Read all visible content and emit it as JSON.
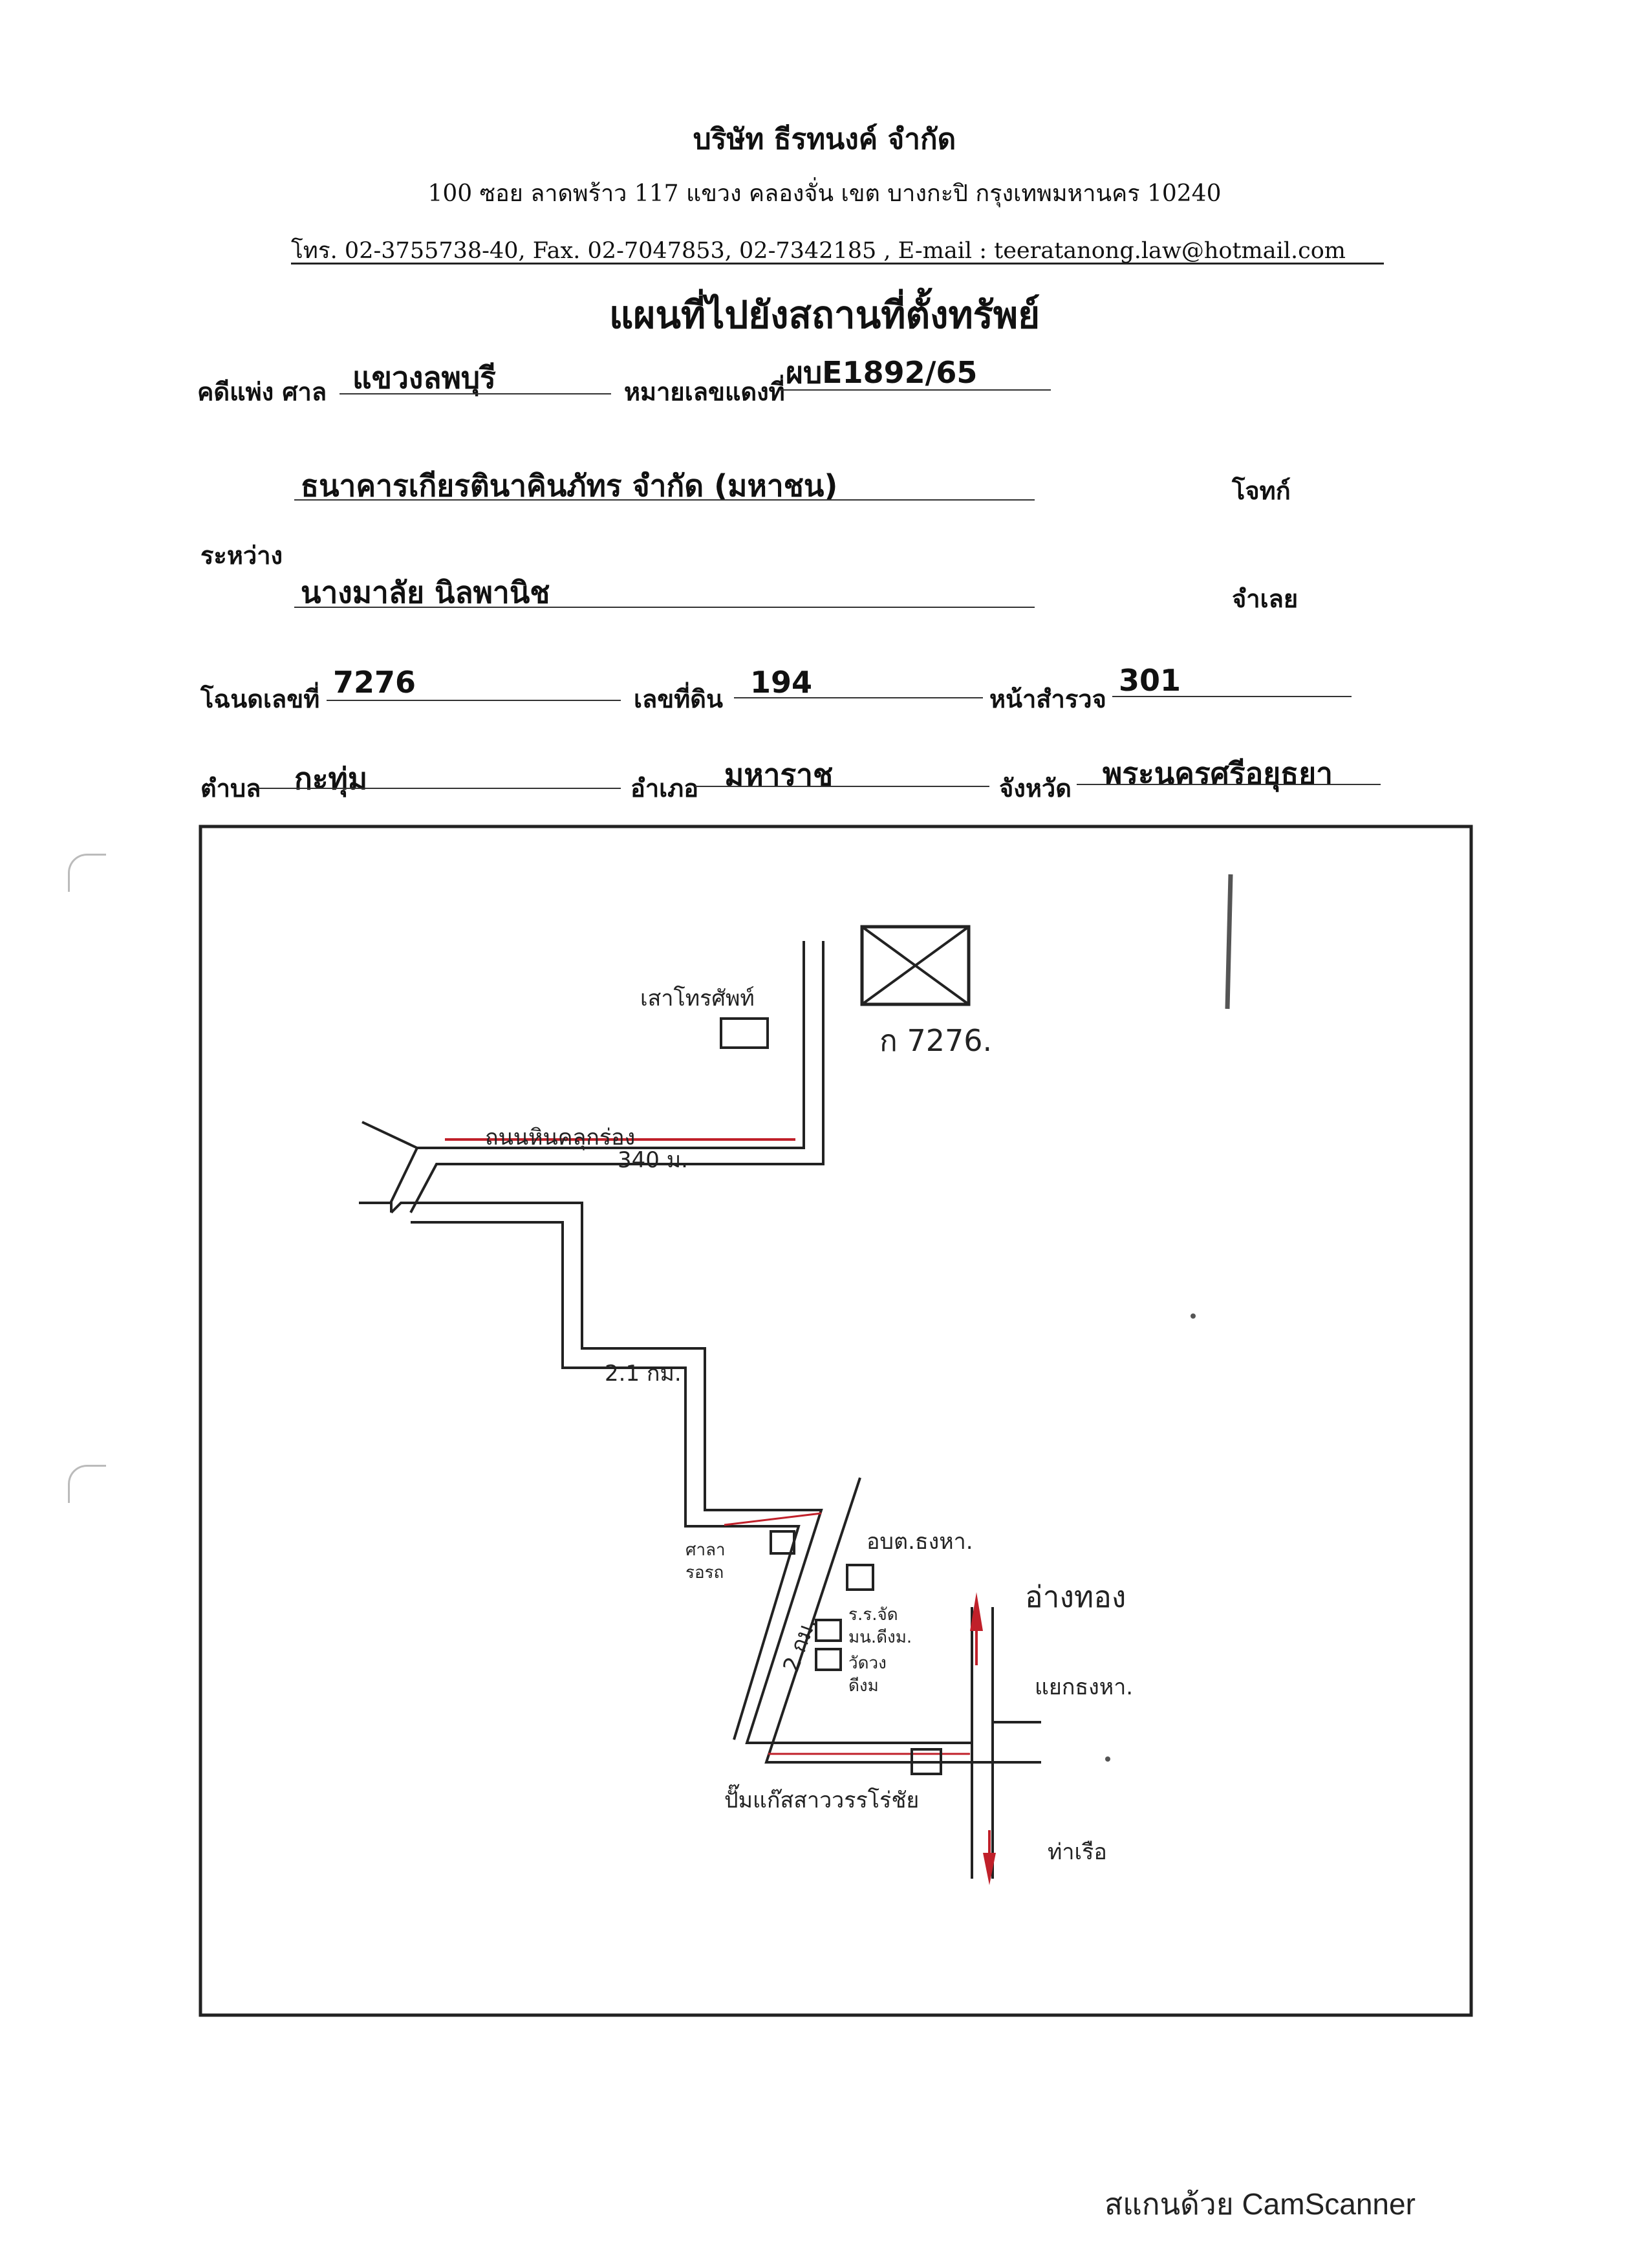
{
  "header": {
    "company": "บริษัท ธีรทนงค์ จำกัด",
    "address": "100 ซอย ลาดพร้าว 117 แขวง คลองจั่น เขต บางกะปิ กรุงเทพมหานคร 10240",
    "contact": "โทร. 02-3755738-40, Fax. 02-7047853, 02-7342185 , E-mail : teeratanong.law@hotmail.com"
  },
  "form": {
    "title": "แผนที่ไปยังสถานที่ตั้งทรัพย์",
    "case_label": "คดีแพ่ง ศาล",
    "court": "แขวงลพบุรี",
    "red_case_label": "หมายเลขแดงที่",
    "red_case_no": "ผบE1892/65",
    "between_label": "ระหว่าง",
    "plaintiff": "ธนาคารเกียรตินาคินภัทร จำกัด (มหาชน)",
    "plaintiff_role": "โจทก์",
    "defendant": "นางมาลัย นิลพานิช",
    "defendant_role": "จำเลย",
    "deed_label": "โฉนดเลขที่",
    "deed_no": "7276",
    "land_label": "เลขที่ดิน",
    "land_no": "194",
    "survey_label": "หน้าสำรวจ",
    "survey_no": "301",
    "tambon_label": "ตำบล",
    "tambon": "กะทุ่ม",
    "amphoe_label": "อำเภอ",
    "amphoe": "มหาราช",
    "province_label": "จังหวัด",
    "province": "พระนครศรีอยุธยา"
  },
  "map": {
    "property_label": "ก 7276.",
    "landmark_top": "เสาโทรศัพท์",
    "road_label": "ถนนหินคลุกร่อง",
    "dist_1": "340 ม.",
    "dist_2": "2.1 กม.",
    "dist_3": "2 กม.",
    "landmark_left_1": "ศาลา",
    "landmark_left_2": "รอรถ",
    "landmark_right": "อบต.ธงหา.",
    "landmark_3a": "ร.ร.จัด",
    "landmark_3b": "มน.ดีงม.",
    "landmark_4a": "วัดวง",
    "landmark_4b": "ดีงม",
    "direction_up": "อ่างทอง",
    "direction_right": "แยกธงหา.",
    "landmark_bottom": "ปั๊มแก๊สสาววรรโร่ชัย",
    "direction_down": "ท่าเรือ"
  },
  "footer": {
    "scanner": "สแกนด้วย CamScanner"
  },
  "colors": {
    "ink": "#111111",
    "red_ink": "#c0202a",
    "frame": "#222222"
  }
}
